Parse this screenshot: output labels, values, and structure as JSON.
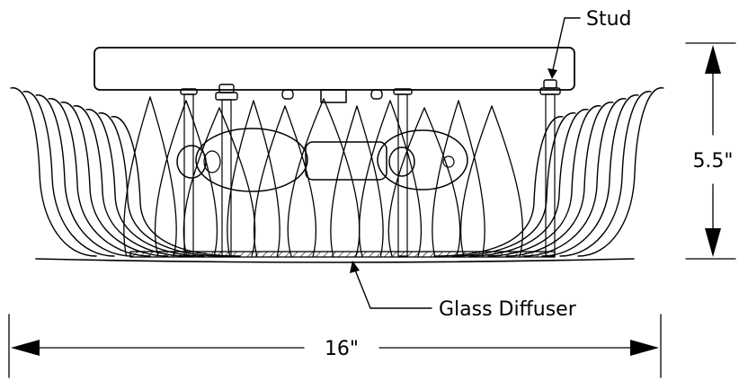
{
  "labels": {
    "stud": "Stud",
    "height": "5.5\"",
    "diffuser": "Glass Diffuser",
    "width": "16\""
  },
  "colors": {
    "line": "#000000",
    "background": "#ffffff"
  }
}
